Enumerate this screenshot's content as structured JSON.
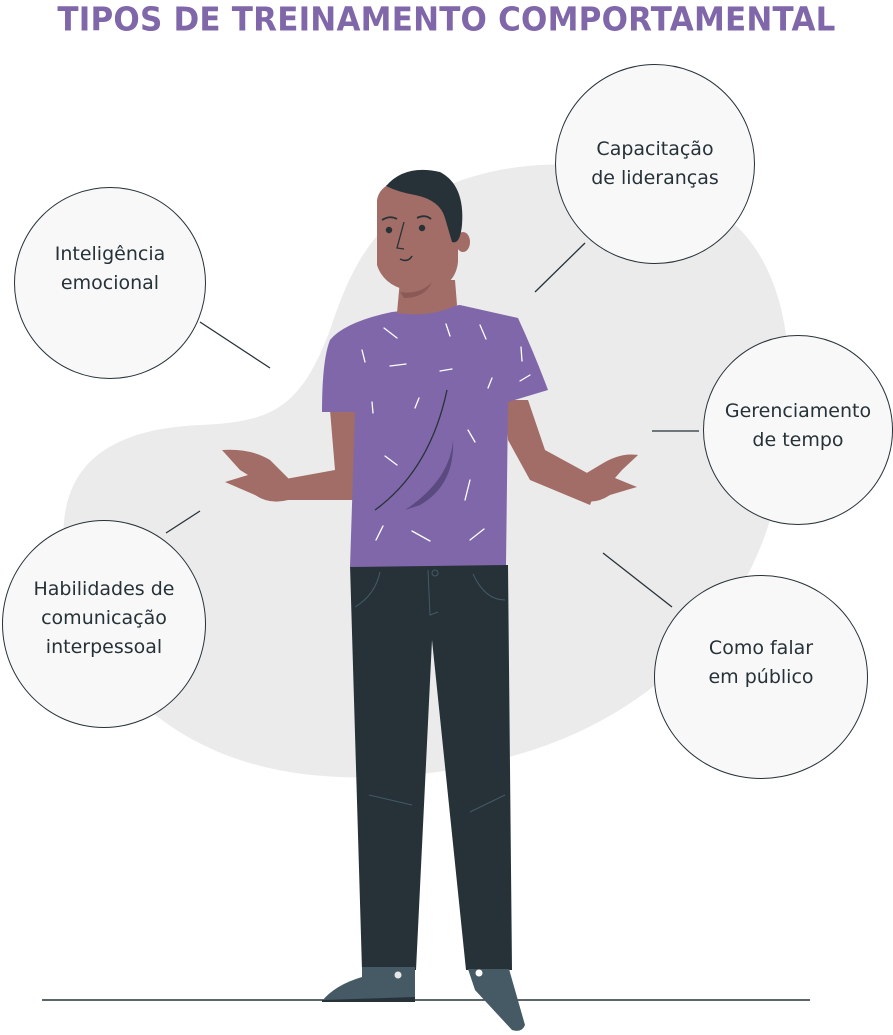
{
  "title": "TIPOS DE TREINAMENTO COMPORTAMENTAL",
  "colors": {
    "title": "#8067a9",
    "shirt": "#8067a9",
    "skin": "#a26d66",
    "hair": "#263238",
    "pants": "#263238",
    "shoes": "#455a64",
    "blob": "#ebebeb",
    "bubble_fill": "#f8f8f8",
    "bubble_stroke": "#263238"
  },
  "bubbles": [
    {
      "id": "lideranca",
      "label": "Capacitação\nde lideranças"
    },
    {
      "id": "inteligencia",
      "label": "Inteligência\nemocional"
    },
    {
      "id": "tempo",
      "label": "Gerenciamento\nde tempo"
    },
    {
      "id": "comunicacao",
      "label": "Habilidades de\ncomunicação\ninterpessoal"
    },
    {
      "id": "publico",
      "label": "Como falar\nem público"
    }
  ],
  "figure": {
    "description": "Man in purple t-shirt and dark pants shrugging with open hands"
  }
}
